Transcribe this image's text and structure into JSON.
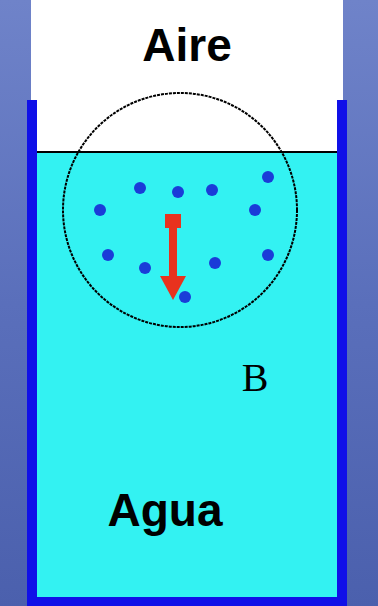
{
  "diagram": {
    "nodes": [
      {
        "text": [
          "Aire"
        ]
      },
      {
        "text": [
          "Agua"
        ]
      }
    ],
    "labels": [
      "B"
    ]
  }
}
